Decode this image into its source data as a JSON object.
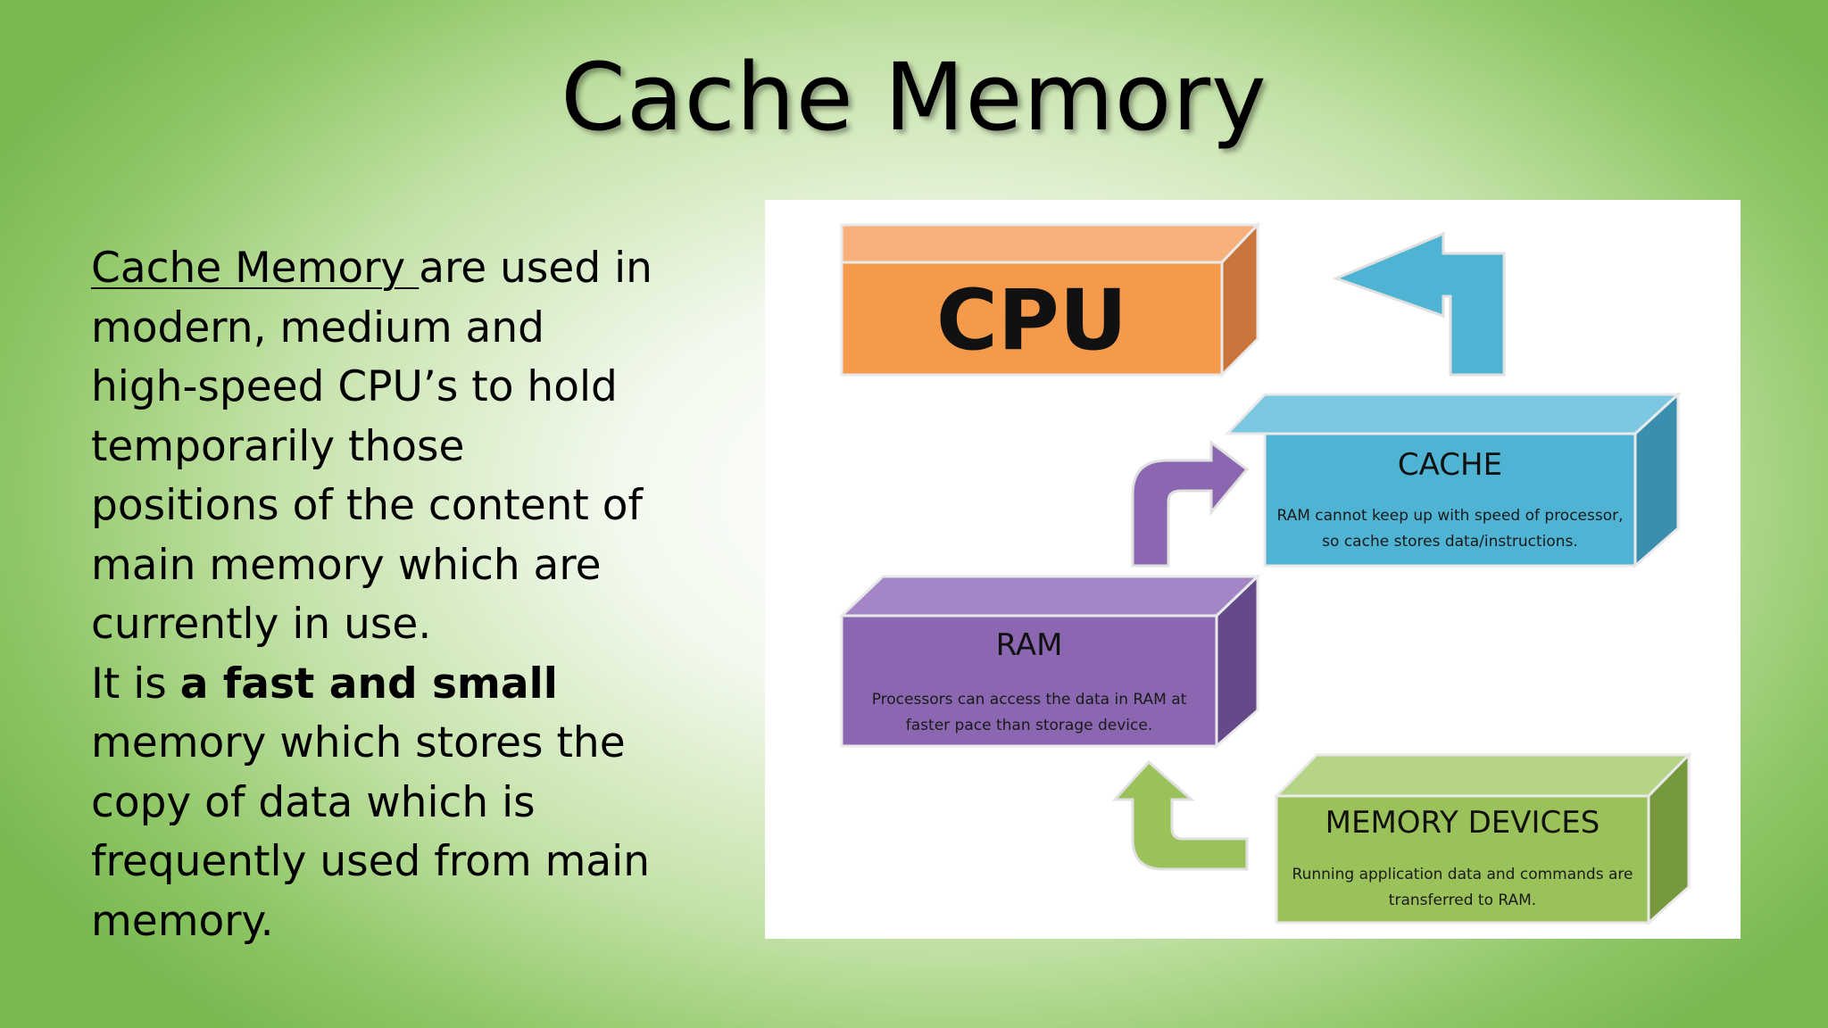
{
  "slide": {
    "title": "Cache Memory",
    "paragraph1": {
      "underlined": "Cache Memory ",
      "rest": "are used in modern, medium and high-speed CPU’s to hold temporarily those positions of the content of main memory which are currently in use."
    },
    "paragraph2": {
      "prefix": "It is ",
      "bold": "a fast and small",
      "rest": " memory which stores the copy of data which is frequently used from main memory."
    }
  },
  "diagram": {
    "cpu": {
      "label": "CPU",
      "color": "#f5994a"
    },
    "cache": {
      "label": "CACHE",
      "description": "RAM cannot keep up with speed  of processor, so cache stores data/instructions.",
      "color": "#4fb3d3"
    },
    "ram": {
      "label": "RAM",
      "description": "Processors can access the data in RAM at faster pace than storage device.",
      "color": "#8a67b0"
    },
    "memory_devices": {
      "label": "MEMORY DEVICES",
      "description": "Running application data and commands are transferred to RAM.",
      "color": "#9bc25a"
    }
  }
}
